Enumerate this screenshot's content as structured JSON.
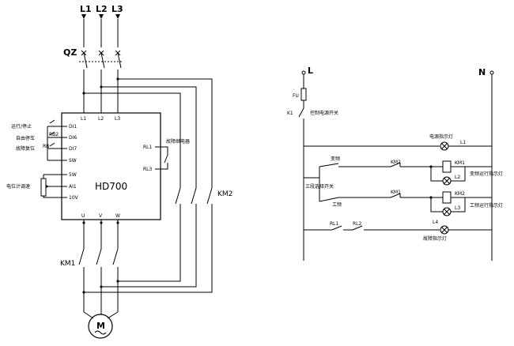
{
  "power": {
    "phases": [
      "L1",
      "L2",
      "L3"
    ],
    "breaker": "QZ",
    "contactor_km1": "KM1",
    "contactor_km2": "KM2",
    "motor": "M"
  },
  "inverter": {
    "model": "HD700",
    "inputs": [
      "L1",
      "L2",
      "L3"
    ],
    "outputs": [
      "U",
      "V",
      "W"
    ],
    "terminals_left": [
      "DI1",
      "DI6",
      "DI7",
      "SW",
      "5W",
      "AI1",
      "10V"
    ],
    "relay_terminals": [
      "RL1",
      "RL3"
    ],
    "relay_label": "故障继电器",
    "switch_labels": [
      "RB2",
      "RB"
    ],
    "left_labels": [
      "运行/停止",
      "自由停车",
      "故障复位",
      "电位计调速"
    ]
  },
  "control": {
    "L": "L",
    "N": "N",
    "fuse": "FU",
    "k1_label": "K1",
    "power_switch": "控制电源开关",
    "power_lamp_label": "电源指示灯",
    "lamp1": "L1",
    "variable": "变频",
    "km2_contact": "KM2",
    "km1_coil": "KM1",
    "lamp2": "L2",
    "var_lamp_label": "变频运行指示灯",
    "selector": "三段选择开关",
    "mains": "工频",
    "km1_contact": "KM1",
    "km2_coil": "KM2",
    "lamp3": "L3",
    "mains_lamp_label": "工频运行指示灯",
    "rl1": "RL1",
    "rl2": "RL2",
    "lamp4": "L4",
    "fault_lamp_label": "故障指示灯"
  }
}
